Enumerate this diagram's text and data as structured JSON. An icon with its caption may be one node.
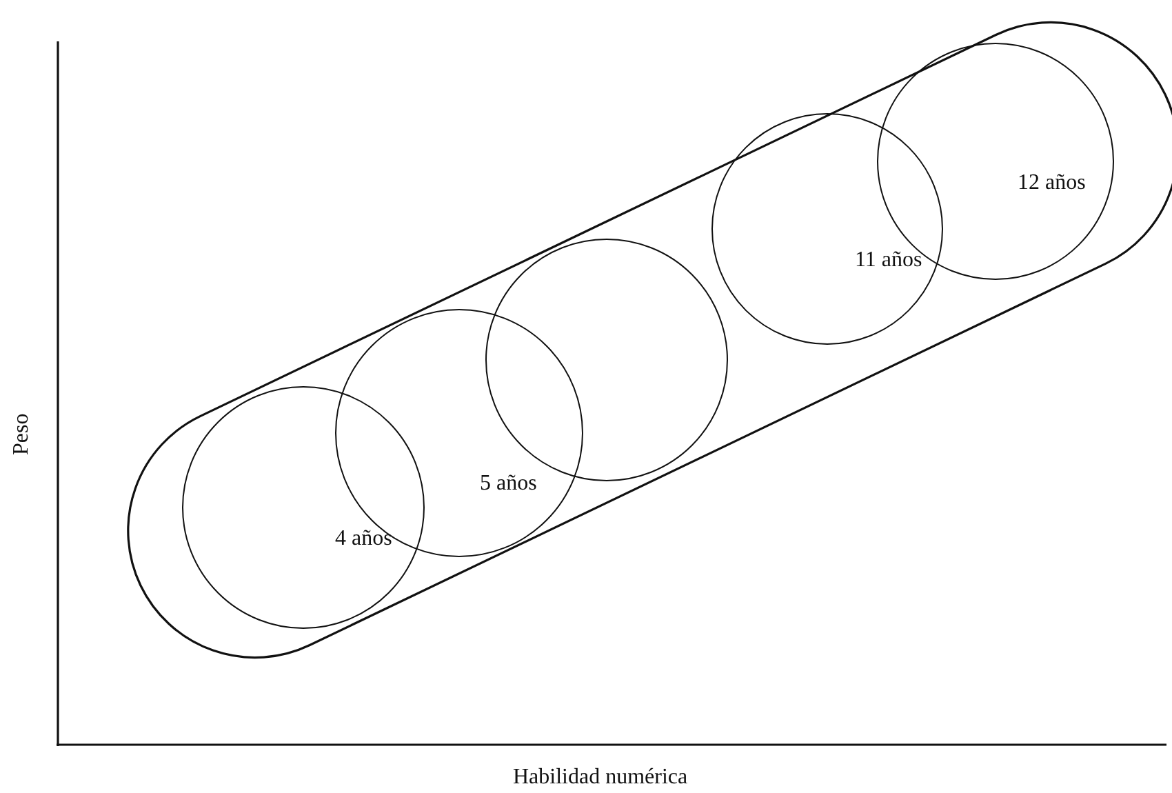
{
  "diagram": {
    "nodes": [
      {
        "text": [
          "4 años"
        ]
      },
      {
        "text": [
          "5 años"
        ]
      },
      {
        "text": [],
        "shape": "circle"
      },
      {
        "text": [
          "11 años"
        ]
      },
      {
        "text": [
          "12 años"
        ]
      }
    ],
    "labels": [
      "Peso",
      "Habilidad numérica"
    ]
  }
}
